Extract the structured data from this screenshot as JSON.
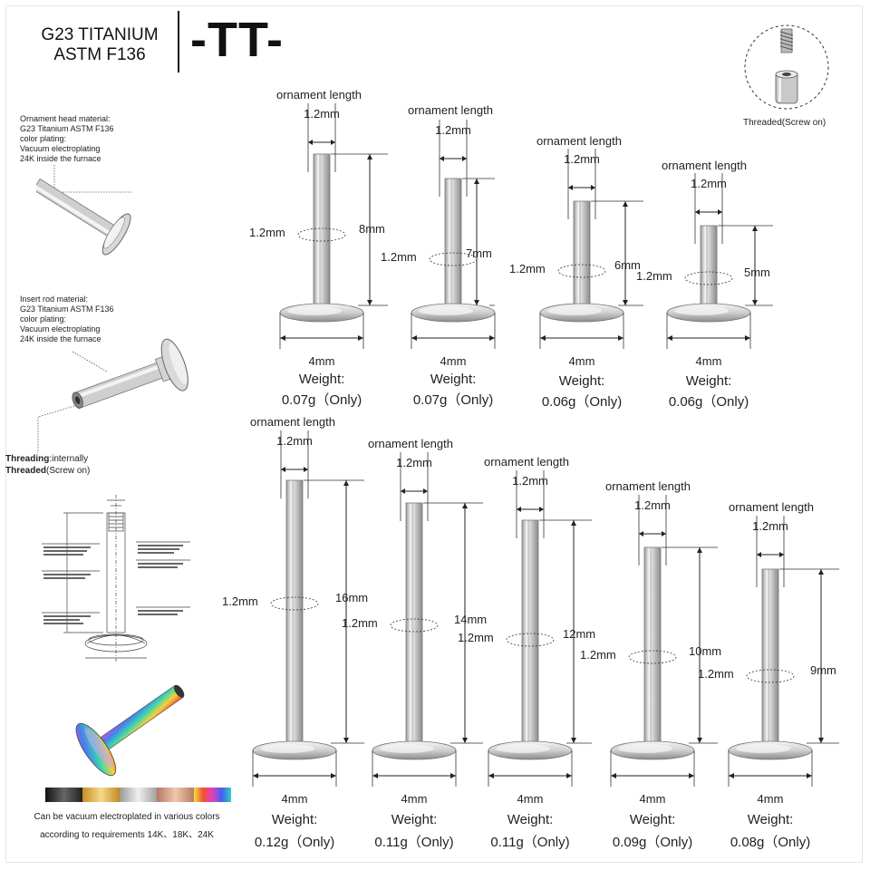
{
  "header": {
    "material_line1": "G23 TITANIUM",
    "material_line2": "ASTM F136",
    "brand_logo": "-TT-"
  },
  "thread_inset": {
    "caption": "Threaded(Screw on)"
  },
  "head_note": {
    "lines": [
      "Ornament head material:",
      "G23 Titanium  ASTM F136",
      "color plating:",
      "Vacuum electroplating",
      "24K inside the furnace"
    ]
  },
  "rod_note": {
    "lines": [
      "Insert rod material:",
      "G23 Titanium  ASTM F136",
      "color plating:",
      "Vacuum electroplating",
      "24K inside the furnace"
    ]
  },
  "threading_note": {
    "bold1": "Threading",
    "rest1": ":internally",
    "bold2": "Threaded",
    "rest2": "(Screw on)"
  },
  "colors_caption": {
    "line1": "Can be vacuum electroplated in various colors",
    "line2": "according to requirements 14K、18K、24K"
  },
  "swatch_colors": [
    "#2a2a2a",
    "#e2b24a",
    "#c8c8c8",
    "#cf9c84",
    "rainbow"
  ],
  "specs": [
    {
      "ornament": "ornament length",
      "top": "1.2mm",
      "dia": "1.2mm",
      "length": "8mm",
      "base": "4mm",
      "weight_label": "Weight:",
      "weight": "0.07g（Only)"
    },
    {
      "ornament": "ornament length",
      "top": "1.2mm",
      "dia": "1.2mm",
      "length": "7mm",
      "base": "4mm",
      "weight_label": "Weight:",
      "weight": "0.07g（Only)"
    },
    {
      "ornament": "ornament length",
      "top": "1.2mm",
      "dia": "1.2mm",
      "length": "6mm",
      "base": "4mm",
      "weight_label": "Weight:",
      "weight": "0.06g（Only)"
    },
    {
      "ornament": "ornament length",
      "top": "1.2mm",
      "dia": "1.2mm",
      "length": "5mm",
      "base": "4mm",
      "weight_label": "Weight:",
      "weight": "0.06g（Only)"
    },
    {
      "ornament": "ornament length",
      "top": "1.2mm",
      "dia": "1.2mm",
      "length": "16mm",
      "base": "4mm",
      "weight_label": "Weight:",
      "weight": "0.12g（Only)"
    },
    {
      "ornament": "ornament length",
      "top": "1.2mm",
      "dia": "1.2mm",
      "length": "14mm",
      "base": "4mm",
      "weight_label": "Weight:",
      "weight": "0.11g（Only)"
    },
    {
      "ornament": "ornament length",
      "top": "1.2mm",
      "dia": "1.2mm",
      "length": "12mm",
      "base": "4mm",
      "weight_label": "Weight:",
      "weight": "0.11g（Only)"
    },
    {
      "ornament": "ornament length",
      "top": "1.2mm",
      "dia": "1.2mm",
      "length": "10mm",
      "base": "4mm",
      "weight_label": "Weight:",
      "weight": "0.09g（Only)"
    },
    {
      "ornament": "ornament length",
      "top": "1.2mm",
      "dia": "1.2mm",
      "length": "9mm",
      "base": "4mm",
      "weight_label": "Weight:",
      "weight": "0.08g（Only)"
    }
  ]
}
